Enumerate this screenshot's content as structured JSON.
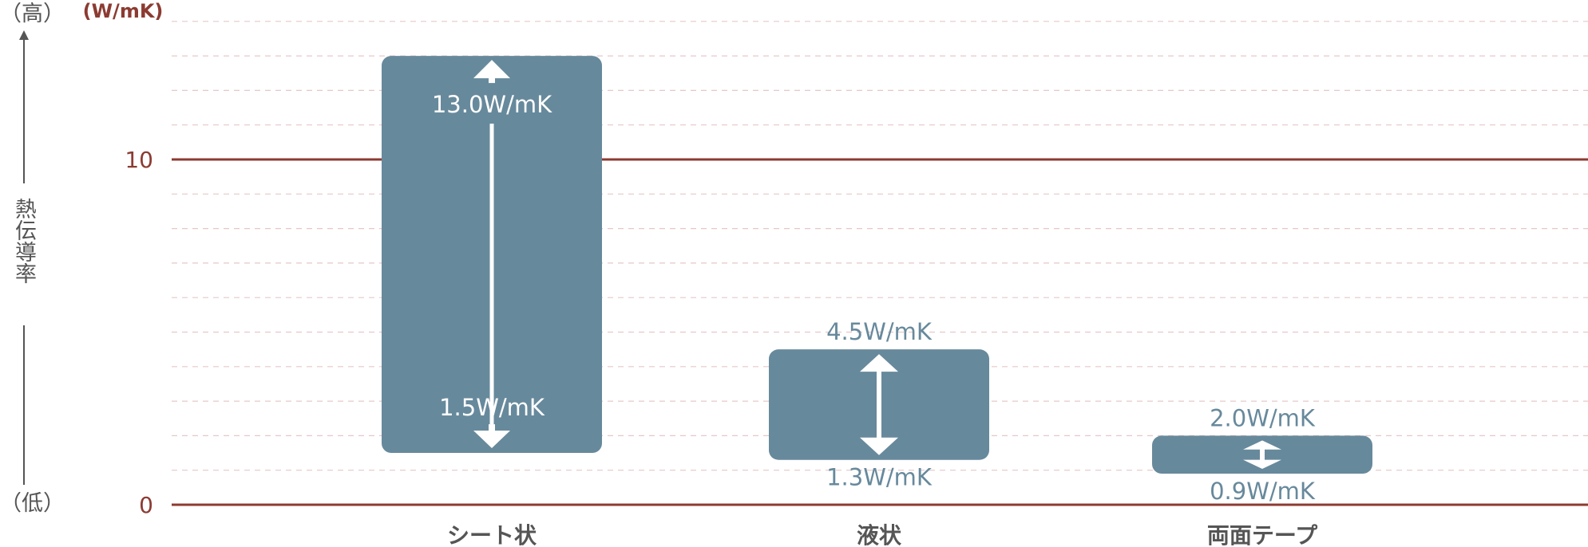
{
  "chart_data": {
    "type": "bar",
    "subtype": "range",
    "unit_label": "(W/mK)",
    "y_axis_title": "熱伝導率",
    "y_high_label": "（高）",
    "y_low_label": "（低）",
    "ylim": [
      0,
      14
    ],
    "yticks": [
      0,
      10
    ],
    "grid": "dashed minor lines every 1 W/mK",
    "categories": [
      "シート状",
      "液状",
      "両面テープ"
    ],
    "ranges": [
      {
        "category": "シート状",
        "min": 1.5,
        "max": 13.0,
        "min_label": "1.5W/mK",
        "max_label": "13.0W/mK"
      },
      {
        "category": "液状",
        "min": 1.3,
        "max": 4.5,
        "min_label": "1.3W/mK",
        "max_label": "4.5W/mK"
      },
      {
        "category": "両面テープ",
        "min": 0.9,
        "max": 2.0,
        "min_label": "0.9W/mK",
        "max_label": "2.0W/mK"
      }
    ],
    "colors": {
      "bar": "#67899c",
      "axis": "#8c3b32",
      "grid": "#e6c8c8",
      "category_text": "#555555"
    }
  }
}
